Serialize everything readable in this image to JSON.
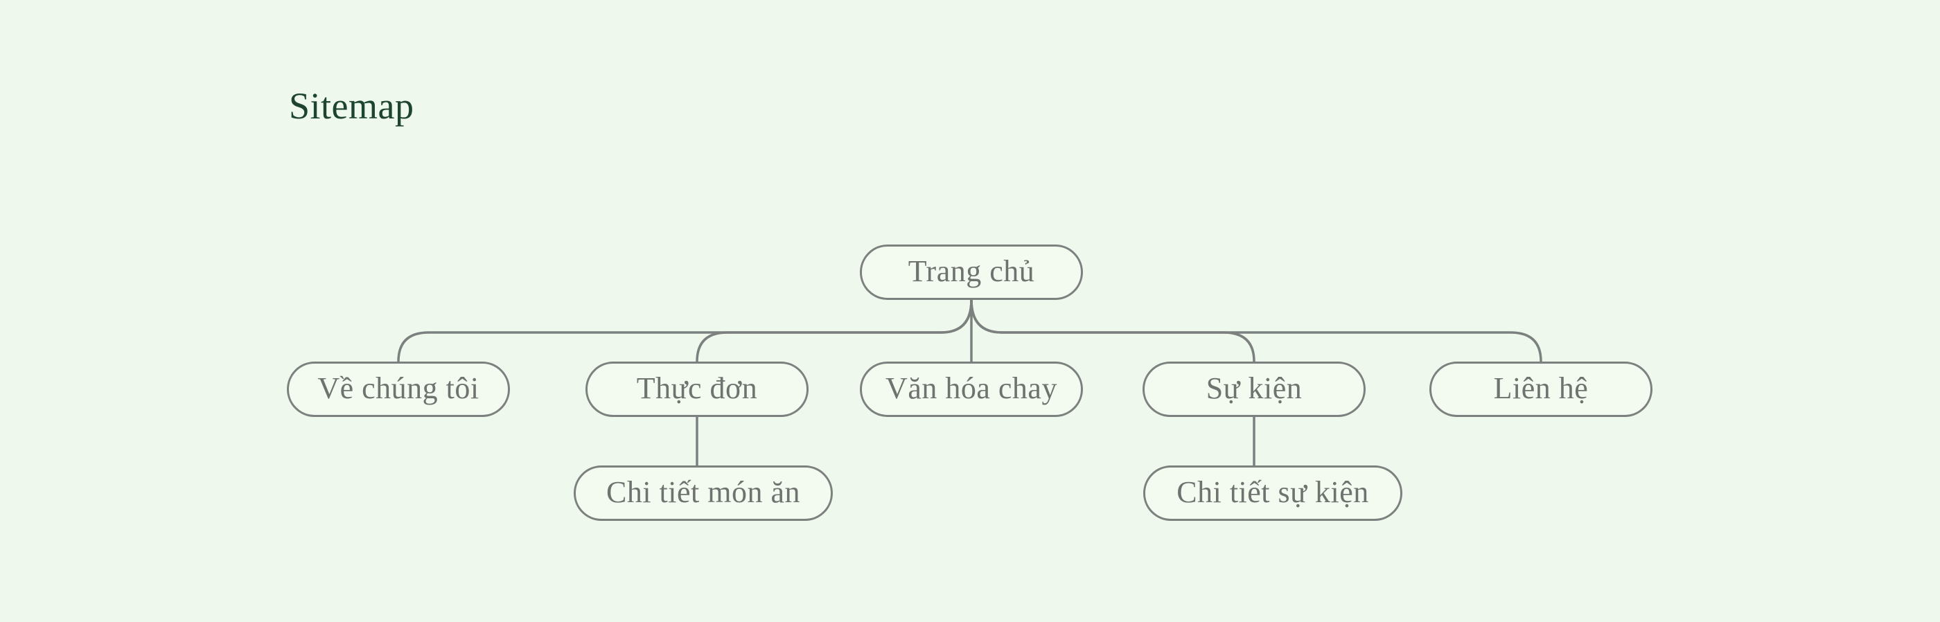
{
  "page_title": "Sitemap",
  "diagram": {
    "type": "sitemap-tree",
    "nodes": [
      {
        "id": "home",
        "label": "Trang chủ",
        "level": 0,
        "parent": null
      },
      {
        "id": "about",
        "label": "Về chúng tôi",
        "level": 1,
        "parent": "home"
      },
      {
        "id": "menu",
        "label": "Thực đơn",
        "level": 1,
        "parent": "home"
      },
      {
        "id": "culture",
        "label": "Văn hóa chay",
        "level": 1,
        "parent": "home"
      },
      {
        "id": "events",
        "label": "Sự kiện",
        "level": 1,
        "parent": "home"
      },
      {
        "id": "contact",
        "label": "Liên hệ",
        "level": 1,
        "parent": "home"
      },
      {
        "id": "dish-detail",
        "label": "Chi tiết món ăn",
        "level": 2,
        "parent": "menu"
      },
      {
        "id": "event-detail",
        "label": "Chi tiết sự kiện",
        "level": 2,
        "parent": "events"
      }
    ],
    "edges": [
      {
        "from": "Trang chủ",
        "to": "Về chúng tôi"
      },
      {
        "from": "Trang chủ",
        "to": "Thực đơn"
      },
      {
        "from": "Trang chủ",
        "to": "Văn hóa chay"
      },
      {
        "from": "Trang chủ",
        "to": "Sự kiện"
      },
      {
        "from": "Trang chủ",
        "to": "Liên hệ"
      },
      {
        "from": "Thực đơn",
        "to": "Chi tiết món ăn"
      },
      {
        "from": "Sự kiện",
        "to": "Chi tiết sự kiện"
      }
    ],
    "colors": {
      "background": "#eef8ec",
      "node_fill": "#f3fbf0",
      "line": "#7c807e",
      "node_text": "#6f7370",
      "title": "#1c4430"
    }
  }
}
